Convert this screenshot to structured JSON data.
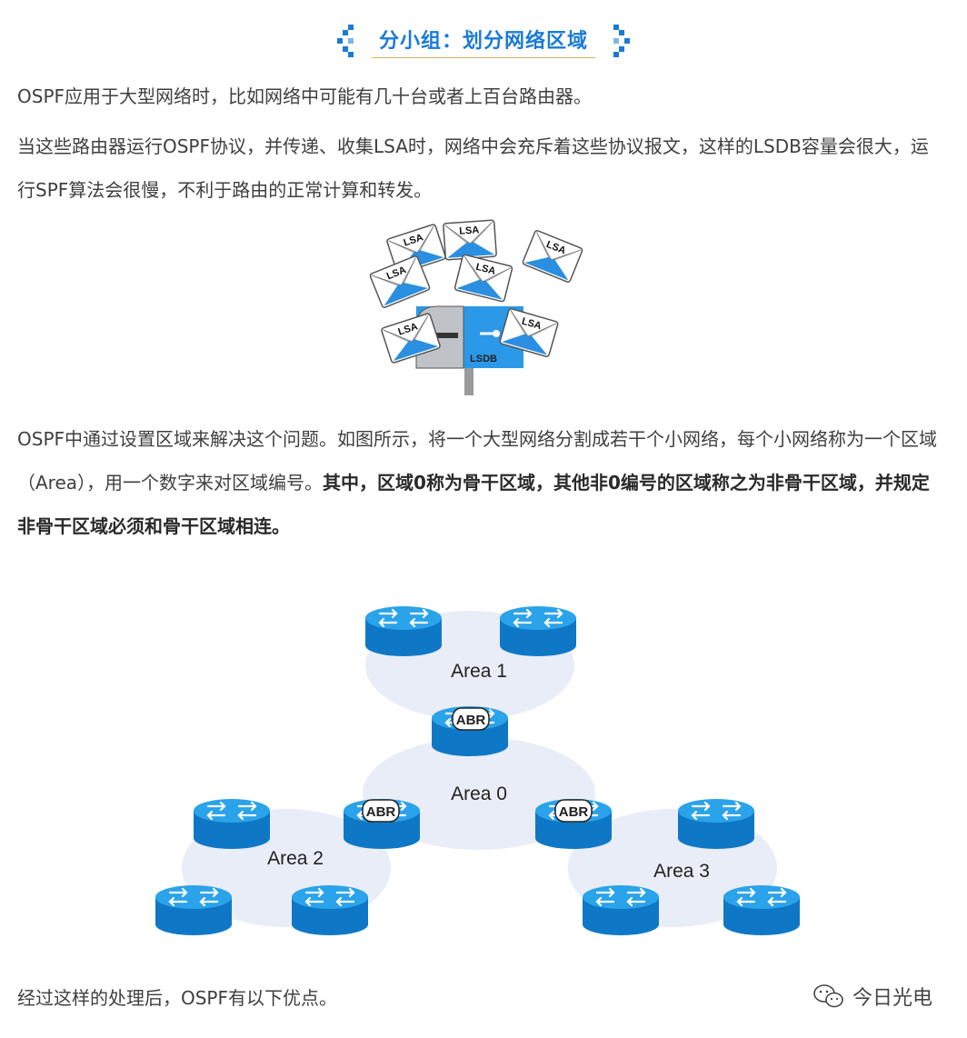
{
  "section": {
    "title": "分小组：划分网络区域"
  },
  "paragraphs": {
    "p1": "OSPF应用于大型网络时，比如网络中可能有几十台或者上百台路由器。",
    "p2": "当这些路由器运行OSPF协议，并传递、收集LSA时，网络中会充斥着这些协议报文，这样的LSDB容量会很大，运行SPF算法会很慢，不利于路由的正常计算和转发。",
    "p3_normal": "OSPF中通过设置区域来解决这个问题。如图所示，将一个大型网络分割成若干个小网络，每个小网络称为一个区域（Area），用一个数字来对区域编号。",
    "p3_bold": "其中，区域0称为骨干区域，其他非0编号的区域称之为非骨干区域，并规定非骨干区域必须和骨干区域相连。",
    "p4": "经过这样的处理后，OSPF有以下优点。"
  },
  "lsa_graphic": {
    "envelope_label": "LSA",
    "mailbox_label": "LSDB"
  },
  "diagram": {
    "areas": {
      "area1": "Area 1",
      "area0": "Area 0",
      "area2": "Area 2",
      "area3": "Area 3"
    },
    "abr_label": "ABR"
  },
  "watermark": {
    "text": "今日光电",
    "icon": "wechat-icon"
  },
  "colors": {
    "title_blue": "#1a7ad8",
    "router_blue": "#1a8fd6",
    "area_fill": "#e9edf7"
  }
}
